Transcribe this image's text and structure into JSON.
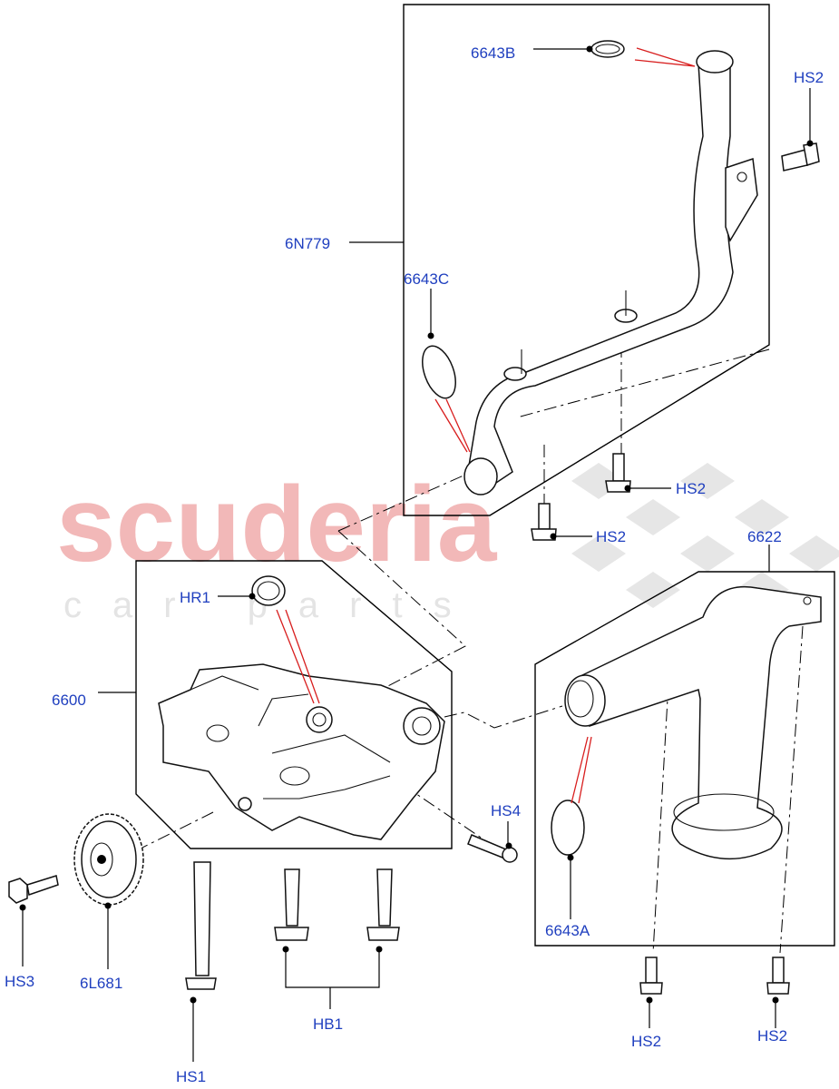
{
  "watermark": {
    "brand": "scuderia",
    "sub": "car parts"
  },
  "callouts": {
    "6643B": "6643B",
    "6N779": "6N779",
    "6643C": "6643C",
    "HS2_top": "HS2",
    "HS2_mid1": "HS2",
    "HS2_mid2": "HS2",
    "6622": "6622",
    "HR1": "HR1",
    "6600": "6600",
    "HS4": "HS4",
    "6643A": "6643A",
    "HS3": "HS3",
    "6L681": "6L681",
    "HB1": "HB1",
    "HS1": "HS1",
    "HS2_bot1": "HS2",
    "HS2_bot2": "HS2"
  },
  "colors": {
    "label": "#1f3fbf",
    "leader_red": "#d81e1e",
    "watermark_red": "#f2b8b8"
  }
}
